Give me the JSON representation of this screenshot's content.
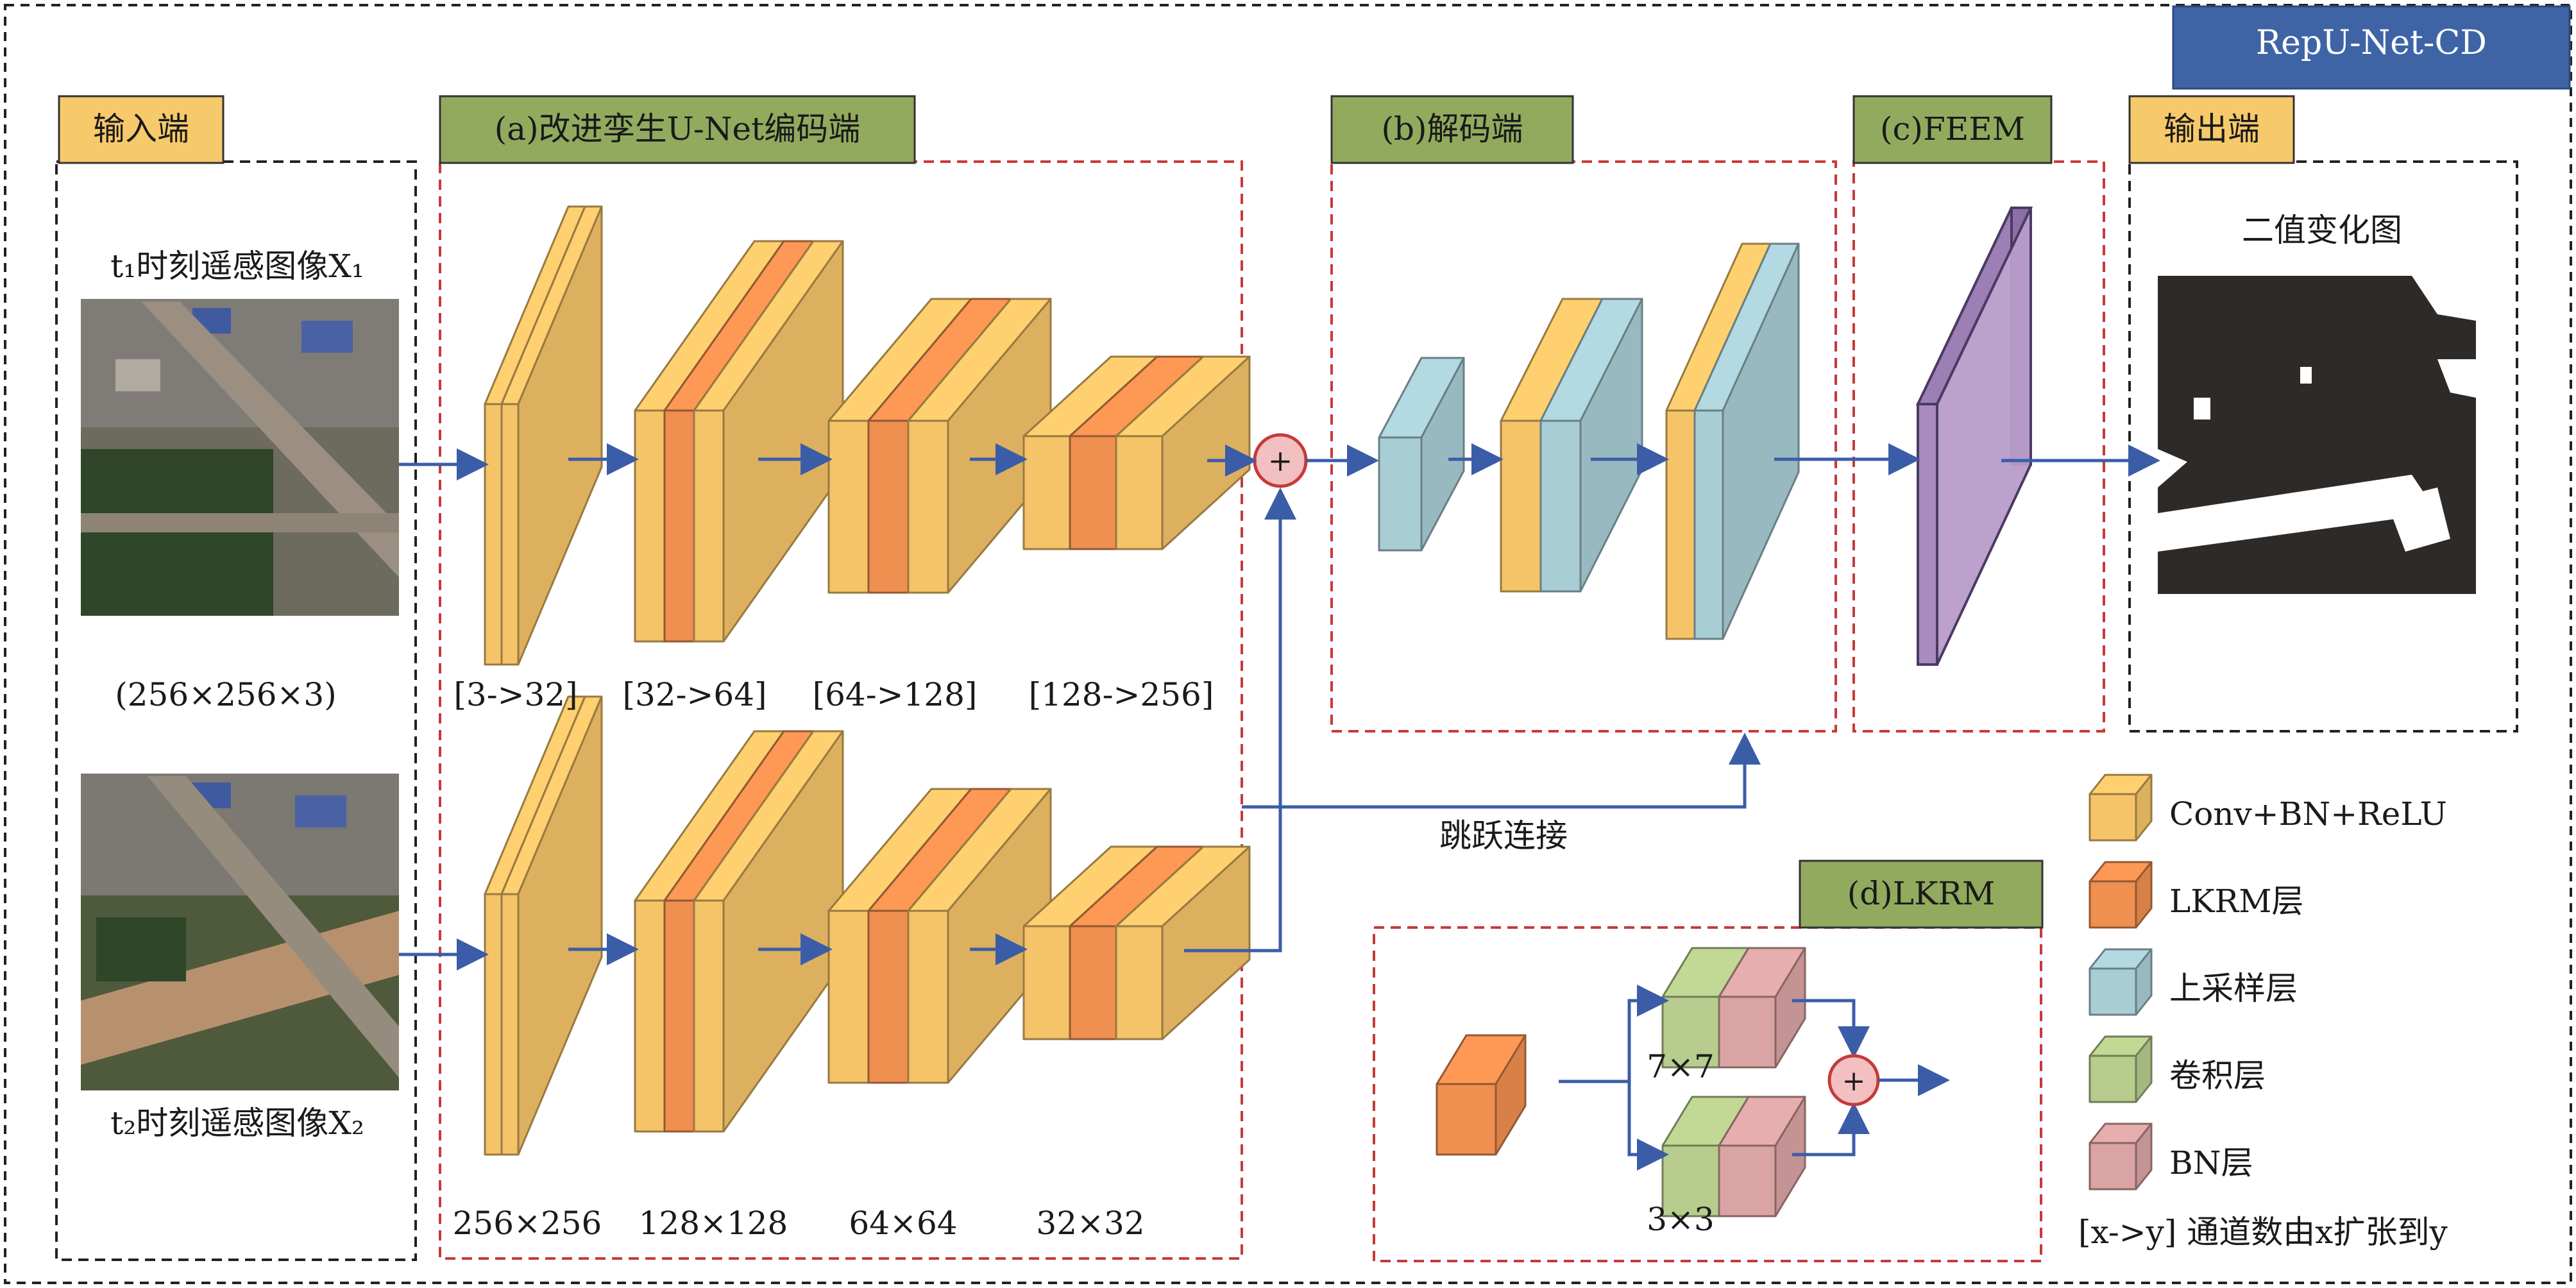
{
  "title": "RepU-Net-CD",
  "sections": {
    "input": "输入端",
    "encoder": "(a)改进孪生U-Net编码端",
    "decoder": "(b)解码端",
    "feem": "(c)FEEM",
    "output": "输出端",
    "lkrm": "(d)LKRM"
  },
  "input_panel": {
    "t1_caption": "t₁时刻遥感图像X₁",
    "t2_caption": "t₂时刻遥感图像X₂",
    "size": "(256×256×3)"
  },
  "encoder": {
    "channel_labels": [
      "[3->32]",
      "[32->64]",
      "[64->128]",
      "[128->256]"
    ],
    "size_labels": [
      "256×256",
      "128×128",
      "64×64",
      "32×32"
    ]
  },
  "skip_label": "跳跃连接",
  "output_panel": {
    "caption": "二值变化图"
  },
  "lkrm_panel": {
    "top_kernel": "7×7",
    "bottom_kernel": "3×3"
  },
  "legend": {
    "items": [
      {
        "label": "Conv+BN+ReLU",
        "color": "#F5C469"
      },
      {
        "label": "LKRM层",
        "color": "#EF8F50"
      },
      {
        "label": "上采样层",
        "color": "#A9CDD5"
      },
      {
        "label": "卷积层",
        "color": "#B7CC8D"
      },
      {
        "label": "BN层",
        "color": "#D9A4A3"
      }
    ],
    "note": "[x->y] 通道数由x扩张到y"
  },
  "colors": {
    "conv": "#F5C469",
    "lkrm": "#EF8F50",
    "upsample": "#A9CDD5",
    "convlayer": "#B7CC8D",
    "bn": "#D9A4A3",
    "feem": "#B79CC9",
    "arrow": "#3B5DA8",
    "dashed_red": "#C63A3A",
    "section_green": "#92AA5E",
    "section_yellow": "#F6C96A",
    "title_blue": "#3E64A6"
  }
}
